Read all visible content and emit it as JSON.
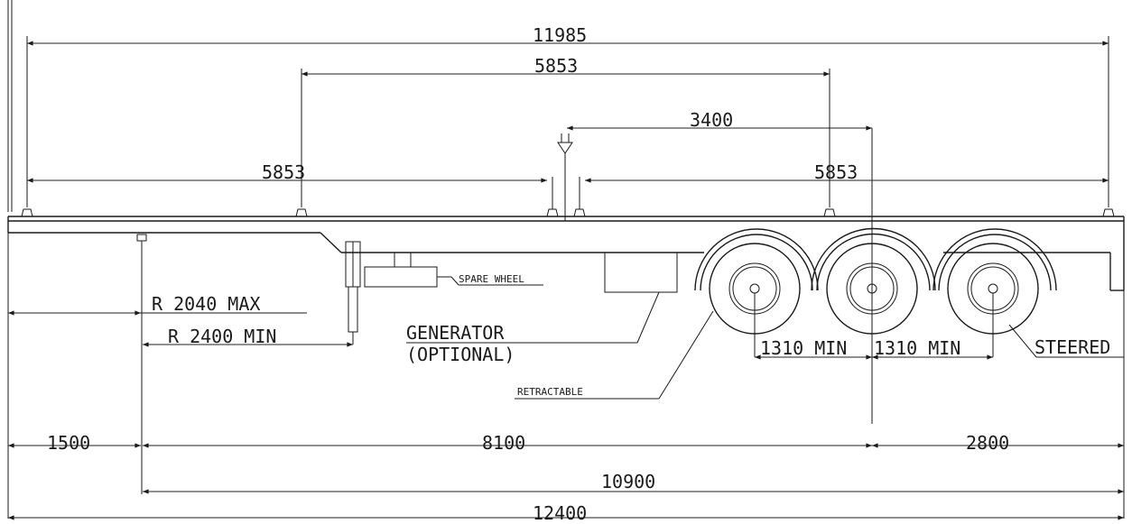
{
  "dims": {
    "overall_top": "11985",
    "kingpin_span": "5853",
    "axle_span": "3400",
    "front_half": "5853",
    "rear_half": "5853",
    "front_overhang": "1500",
    "wheelbase": "8100",
    "rear_overhang": "2800",
    "kingpin_to_rear": "10900",
    "overall_length": "12400"
  },
  "labels": {
    "swing_max": "R 2040 MAX",
    "swing_min": "R 2400 MIN",
    "spare_wheel": "SPARE WHEEL",
    "generator": "GENERATOR",
    "generator_note": "(OPTIONAL)",
    "retractable": "RETRACTABLE",
    "axle_gap_1": "1310 MIN",
    "axle_gap_2": "1310 MIN",
    "steered": "STEERED"
  }
}
